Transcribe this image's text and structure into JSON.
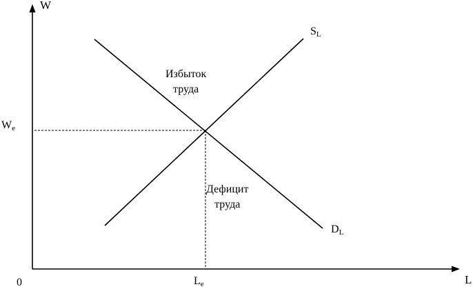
{
  "axes": {
    "y_label": "W",
    "x_label": "L",
    "origin_label": "0"
  },
  "equilibrium": {
    "wage_main": "W",
    "wage_sub": "e",
    "labor_main": "L",
    "labor_sub": "e"
  },
  "curves": {
    "supply_main": "S",
    "supply_sub": "L",
    "demand_main": "D",
    "demand_sub": "L"
  },
  "regions": {
    "surplus_line1": "Избыток",
    "surplus_line2": "труда",
    "deficit_line1": "Дефицит",
    "deficit_line2": "труда"
  },
  "colors": {
    "ink": "#000000",
    "background": "#ffffff"
  }
}
